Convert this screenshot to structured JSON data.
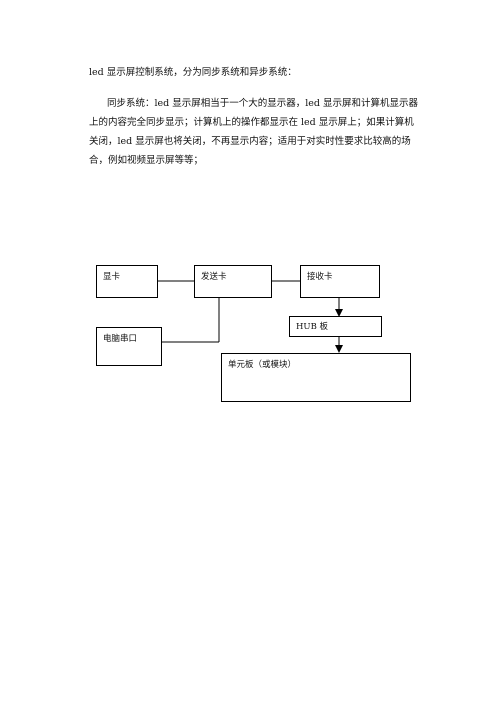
{
  "heading": "led 显示屏控制系统，分为同步系统和异步系统：",
  "paragraph": "同步系统：led 显示屏相当于一个大的显示器，led 显示屏和计算机显示器上的内容完全同步显示；计算机上的操作都显示在 led 显示屏上；如果计算机关闭，led 显示屏也将关闭，不再显示内容；适用于对实时性要求比较高的场合，例如视频显示屏等等；",
  "diagram": {
    "graphics_card": "显卡",
    "sender_card": "发送卡",
    "receiver_card": "接收卡",
    "serial_port": "电脑串口",
    "hub_board": "HUB 板",
    "unit_board": "单元板（或模块）"
  }
}
